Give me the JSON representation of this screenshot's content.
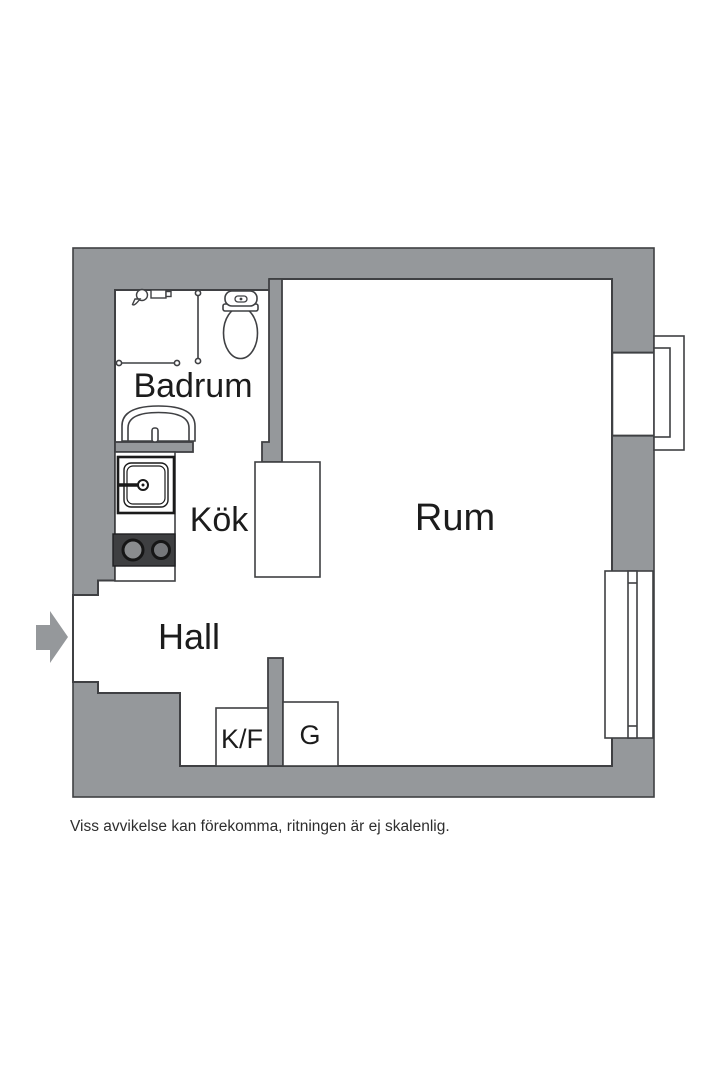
{
  "colors": {
    "wall": "#95989b",
    "line": "#3f4043",
    "stove": "#3e3f41",
    "burner_left_fill": "#8a8c8e",
    "burner_right_fill": "#75777a",
    "burner_ring": "#161616",
    "sink_border": "#1a1a1a",
    "text": "#1c1c1c",
    "note_text": "#2e2e2e",
    "room_fill": "#ffffff"
  },
  "floor_plan": {
    "rooms": {
      "bathroom": "Badrum",
      "kitchen": "Kök",
      "living_room": "Rum",
      "hall": "Hall",
      "fridge_freezer": "K/F",
      "wardrobe": "G"
    },
    "note": "Viss avvikelse kan förekomma, ritningen är ej skalenlig."
  }
}
